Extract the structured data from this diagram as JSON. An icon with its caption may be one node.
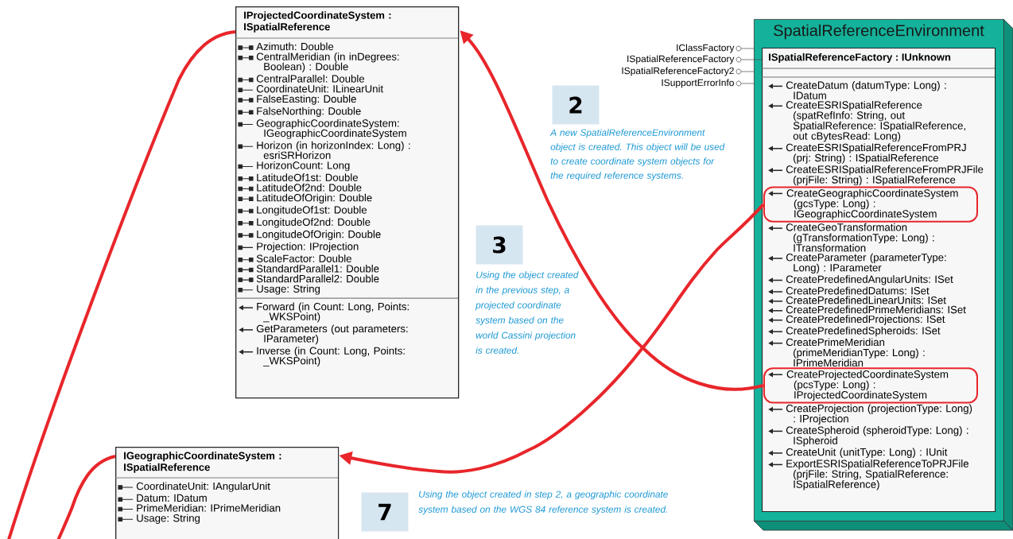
{
  "diagram": {
    "nodes": [
      {
        "text": [
          "IProjectedCoordinateSystem : ISpatialReference",
          "Azimuth: Double",
          "CentralMeridian (in inDegrees: Boolean) : Double",
          "CentralParallel: Double",
          "CoordinateUnit: ILinearUnit",
          "FalseEasting: Double",
          "FalseNorthing: Double",
          "GeographicCoordinateSystem: IGeographicCoordinateSystem",
          "Horizon (in horizonIndex: Long) : esriSRHorizon",
          "HorizonCount: Long",
          "LatitudeOf1st: Double",
          "LatitudeOf2nd: Double",
          "LatitudeOfOrigin: Double",
          "LongitudeOf1st: Double",
          "LongitudeOf2nd: Double",
          "LongitudeOfOrigin: Double",
          "Projection: IProjection",
          "ScaleFactor: Double",
          "StandardParallel1: Double",
          "StandardParallel2: Double",
          "Usage: String",
          "Forward (in Count: Long, Points: _WKSPoint)",
          "GetParameters (out parameters: IParameter)",
          "Inverse (in Count: Long, Points: _WKSPoint)"
        ]
      },
      {
        "text": [],
        "shape": "circle",
        "beside": [
          "IClassFactory"
        ]
      },
      {
        "text": [],
        "shape": "circle",
        "beside": [
          "ISpatialReferenceFactory"
        ]
      },
      {
        "text": [],
        "shape": "circle",
        "beside": [
          "ISpatialReferenceFactory2"
        ]
      },
      {
        "text": [],
        "shape": "circle",
        "beside": [
          "ISupportErrorInfo"
        ]
      },
      {
        "text": [
          "SpatialReferenceEnvironment"
        ]
      },
      {
        "text": [
          "ISpatialReferenceFactory : IUnknown"
        ],
        "in": 5
      },
      {
        "text": [
          "CreateDatum (datumType: Long) : IDatum"
        ],
        "in": 6
      },
      {
        "text": [
          "CreateESRISpatialReference (spatRefInfo: String, out SpatialReference: ISpatialReference, out cBytesRead: Long)"
        ],
        "in": 6
      },
      {
        "text": [
          "CreateESRISpatialReferenceFromPRJ (prj: String) : ISpatialReference"
        ],
        "in": 6
      },
      {
        "text": [
          "CreateESRISpatialReferenceFromPRJFile (prjFile: String) : ISpatialReference"
        ],
        "in": 6
      },
      {
        "text": [
          "CreateGeographicCoordinateSystem (gcsType: Long) : IGeographicCoordinateSystem"
        ],
        "in": 6
      },
      {
        "text": [
          "CreateGeoTransformation (gTransformationType: Long) : ITransformation"
        ],
        "in": 6
      },
      {
        "text": [
          "CreateParameter (parameterType: Long) : IParameter"
        ],
        "in": 6
      },
      {
        "text": [
          "CreatePredefinedAngularUnits: ISet"
        ],
        "in": 6
      },
      {
        "text": [
          "CreatePredefinedDatums: ISet"
        ],
        "in": 6
      },
      {
        "text": [
          "CreatePredefinedLinearUnits: ISet"
        ],
        "in": 6
      },
      {
        "text": [
          "CreatePredefinedPrimeMeridians: ISet"
        ],
        "in": 6
      },
      {
        "text": [
          "CreatePredefinedProjections: ISet"
        ],
        "in": 6
      },
      {
        "text": [
          "CreatePredefinedSpheroids: ISet"
        ],
        "in": 6
      },
      {
        "text": [
          "CreatePrimeMeridian (primeMeridianType: Long) : IPrimeMeridian"
        ],
        "in": 6
      },
      {
        "text": [
          "CreateProjectedCoordinateSystem (pcsType: Long) : IProjectedCoordinateSystem"
        ],
        "in": 6
      },
      {
        "text": [
          "CreateProjection (projectionType: Long) : IProjection"
        ],
        "in": 6
      },
      {
        "text": [
          "CreateSpheroid (spheroidType: Long) : ISpheroid"
        ],
        "in": 6
      },
      {
        "text": [
          "CreateUnit (unitType: Long) : IUnit"
        ],
        "in": 6
      },
      {
        "text": [
          "ExportESRISpatialReferenceToPRJFile (prjFile: String, SpatialReference: ISpatialReference)"
        ],
        "in": 6
      },
      {
        "text": [
          "2"
        ],
        "beside": [
          "A new SpatialReferenceEnvironment object is created. This object will be used to create coordinate system objects for the required reference systems."
        ]
      },
      {
        "text": [
          "3"
        ],
        "beside": [
          "Using the object created in the previous step, a projected coordinate system based on the world Cassini projection is created."
        ]
      },
      {
        "text": [
          "IGeographicCoordinateSystem : ISpatialReference",
          "CoordinateUnit: IAngularUnit",
          "Datum: IDatum",
          "PrimeMeridian: IPrimeMeridian",
          "Usage: String"
        ]
      },
      {
        "text": [
          "7"
        ],
        "beside": [
          "Using the object created in step 2, a geographic coordinate system based on the WGS 84 reference system is created."
        ]
      }
    ],
    "edges": [
      {
        "from": 1,
        "to": 5,
        "arrow": "none",
        "color": "#4a4a4a"
      },
      {
        "from": 2,
        "to": 6,
        "arrow": "none",
        "color": "#4a4a4a"
      },
      {
        "from": 3,
        "to": 5,
        "arrow": "none",
        "color": "#4a4a4a"
      },
      {
        "from": 4,
        "to": 5,
        "arrow": "none",
        "color": "#4a4a4a"
      },
      {
        "from": 21,
        "to": 0,
        "arrow": "to",
        "style": "thick",
        "color": "#e8262b"
      },
      {
        "from": 11,
        "to": 28,
        "arrow": "to",
        "style": "thick",
        "color": "#e8262b"
      },
      {
        "from": 0,
        "to": null,
        "arrow": "none",
        "style": "thick",
        "color": "#e8262b"
      },
      {
        "from": 28,
        "to": null,
        "arrow": "none",
        "style": "thick",
        "color": "#e8262b"
      }
    ]
  }
}
